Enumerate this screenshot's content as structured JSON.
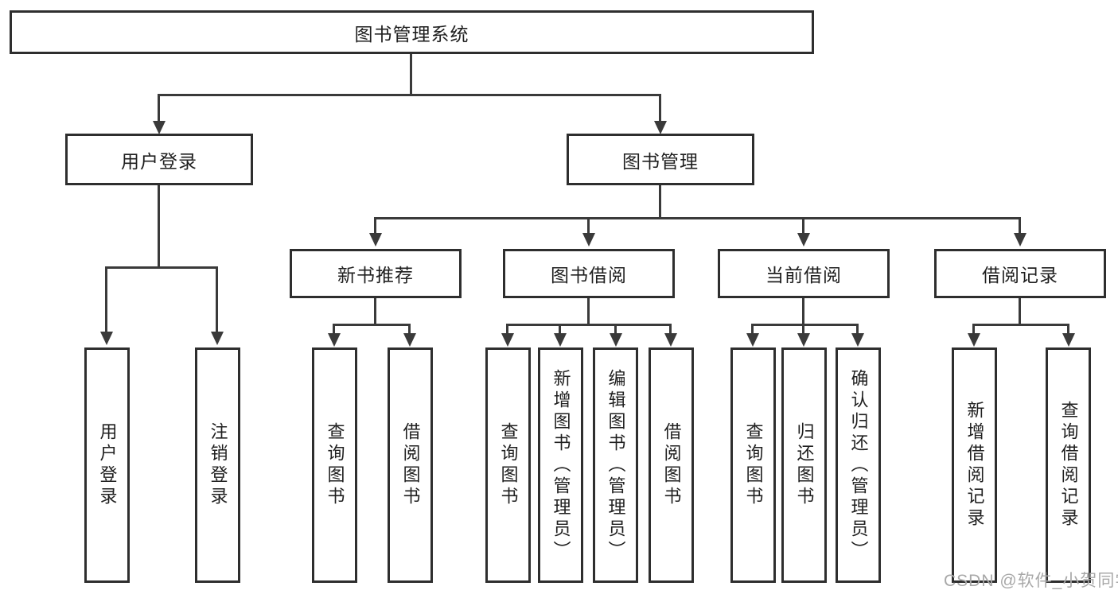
{
  "tree": {
    "root": {
      "label": "图书管理系统",
      "children": [
        {
          "label": "用户登录",
          "children": [
            {
              "label": "用户登录"
            },
            {
              "label": "注销登录"
            }
          ]
        },
        {
          "label": "图书管理",
          "children": [
            {
              "label": "新书推荐",
              "children": [
                {
                  "label": "查询图书"
                },
                {
                  "label": "借阅图书"
                }
              ]
            },
            {
              "label": "图书借阅",
              "children": [
                {
                  "label": "查询图书"
                },
                {
                  "label": "新增图书（管理员）"
                },
                {
                  "label": "编辑图书（管理员）"
                },
                {
                  "label": "借阅图书"
                }
              ]
            },
            {
              "label": "当前借阅",
              "children": [
                {
                  "label": "查询图书"
                },
                {
                  "label": "归还图书"
                },
                {
                  "label": "确认归还（管理员）"
                }
              ]
            },
            {
              "label": "借阅记录",
              "children": [
                {
                  "label": "新增借阅记录"
                },
                {
                  "label": "查询借阅记录"
                }
              ]
            }
          ]
        }
      ]
    }
  },
  "watermark": {
    "text": "CSDN @软件_小贺同学"
  },
  "colors": {
    "line": "#3a3a3a",
    "box_border": "#2e2e2e",
    "text": "#1f1f1f",
    "background": "#ffffff",
    "watermark": "#a8a8a8"
  }
}
